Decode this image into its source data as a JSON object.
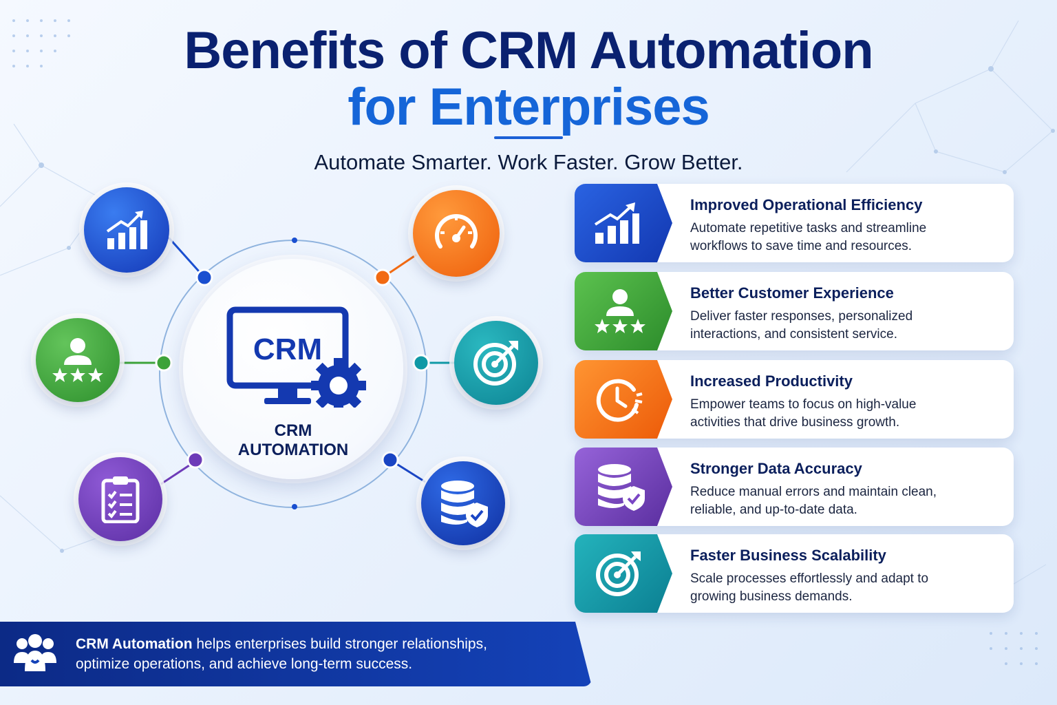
{
  "header": {
    "title_line1": "Benefits of CRM Automation",
    "title_line2": "for Enterprises",
    "tagline": "Automate Smarter. Work Faster. Grow Better."
  },
  "hub": {
    "monitor_text": "CRM",
    "label_line1": "CRM",
    "label_line2": "AUTOMATION",
    "satellites": [
      {
        "icon": "growth-chart-icon",
        "color": "#1a4fd0"
      },
      {
        "icon": "speedometer-icon",
        "color": "#f26a12"
      },
      {
        "icon": "customer-rating-icon",
        "color": "#3da33a"
      },
      {
        "icon": "target-icon",
        "color": "#109aa6"
      },
      {
        "icon": "checklist-icon",
        "color": "#6e3bb8"
      },
      {
        "icon": "database-shield-icon",
        "color": "#1a45c4"
      }
    ]
  },
  "benefits": [
    {
      "title": "Improved Operational Efficiency",
      "line1": "Automate repetitive tasks and streamline",
      "line2": "workflows to save time and resources.",
      "icon": "growth-chart-icon",
      "color": "#1a4fd0"
    },
    {
      "title": "Better Customer Experience",
      "line1": "Deliver faster responses, personalized",
      "line2": "interactions, and consistent service.",
      "icon": "customer-rating-icon",
      "color": "#3da33a"
    },
    {
      "title": "Increased Productivity",
      "line1": "Empower teams to focus on high-value",
      "line2": "activities that drive business growth.",
      "icon": "clock-icon",
      "color": "#f26a12"
    },
    {
      "title": "Stronger Data Accuracy",
      "line1": "Reduce manual errors and maintain clean,",
      "line2": "reliable, and up-to-date data.",
      "icon": "database-shield-icon",
      "color": "#7a46c4"
    },
    {
      "title": "Faster Business Scalability",
      "line1": "Scale processes effortlessly and adapt to",
      "line2": "growing business demands.",
      "icon": "target-icon",
      "color": "#109aa6"
    }
  ],
  "footer": {
    "bold": "CRM Automation",
    "line1_rest": " helps enterprises build stronger relationships,",
    "line2": "optimize operations, and achieve long-term success.",
    "icon": "team-icon"
  }
}
